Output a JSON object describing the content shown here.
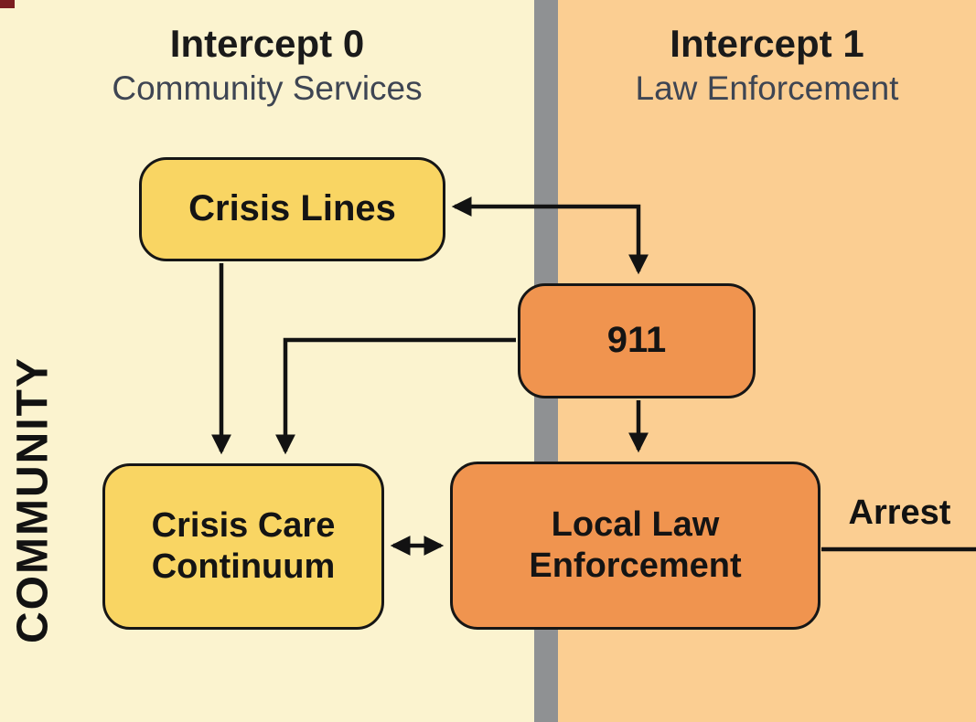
{
  "diagram": {
    "sections": [
      {
        "id": "intercept-0",
        "title": "Intercept 0",
        "subtitle": "Community Services"
      },
      {
        "id": "intercept-1",
        "title": "Intercept 1",
        "subtitle": "Law Enforcement"
      }
    ],
    "side_label": "COMMUNITY",
    "nodes": [
      {
        "id": "crisis-lines",
        "label": "Crisis Lines",
        "type": "community"
      },
      {
        "id": "nine-one-one",
        "label": "911",
        "type": "law"
      },
      {
        "id": "crisis-care-continuum",
        "label": "Crisis Care Continuum",
        "type": "community"
      },
      {
        "id": "local-law-enforcement",
        "label": "Local Law Enforcement",
        "type": "law"
      }
    ],
    "edges": [
      {
        "from": "nine-one-one",
        "to": "crisis-lines",
        "direction": "both"
      },
      {
        "from": "crisis-lines",
        "to": "crisis-care-continuum",
        "direction": "one-way"
      },
      {
        "from": "nine-one-one",
        "to": "crisis-care-continuum",
        "direction": "one-way"
      },
      {
        "from": "nine-one-one",
        "to": "local-law-enforcement",
        "direction": "one-way"
      },
      {
        "from": "crisis-care-continuum",
        "to": "local-law-enforcement",
        "direction": "both"
      },
      {
        "from": "local-law-enforcement",
        "to": "off-canvas-right",
        "direction": "one-way",
        "label": "Arrest"
      }
    ],
    "edge_label": "Arrest",
    "colors": {
      "community_bg": "#FBF3CF",
      "law_bg": "#FBCE92",
      "community_node": "#F9D563",
      "law_node": "#F0944F",
      "divider": "#8F9193",
      "line": "#121212",
      "title_text": "#1A1A1A",
      "subtitle_text": "#3E4553",
      "fragment": "#7B1E20"
    }
  }
}
